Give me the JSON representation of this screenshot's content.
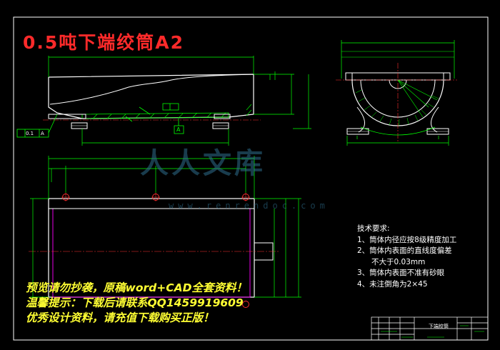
{
  "title": "0.5吨下端绞筒A2",
  "watermark": {
    "text": "人人文库",
    "url": "www.renrendoc.com"
  },
  "technical_requirements": {
    "heading": "技术要求:",
    "items": [
      "1、筒体内径应按8级精度加工",
      "2、筒体内表面的直线度偏差",
      "不大于0.03mm",
      "3、筒体内表面不准有砂眼",
      "4、未注倒角为2×45"
    ]
  },
  "promo_lines": [
    "预览请勿抄袭，原稿word+CAD全套资料！",
    "温馨提示：下载后请联系QQ1459919609",
    "优秀设计资料，请充值下载购买正版！"
  ],
  "datum_label": "A",
  "tolerance_value": "0.1",
  "title_block": {
    "part_name": "下端绞筒"
  },
  "colors": {
    "background": "#000000",
    "geometry": "#ffffff",
    "dimension": "#00ff00",
    "centerline": "#ff3030",
    "hidden": "#ff00ff",
    "title": "#ff2a2a",
    "promo": "#ffff33"
  }
}
